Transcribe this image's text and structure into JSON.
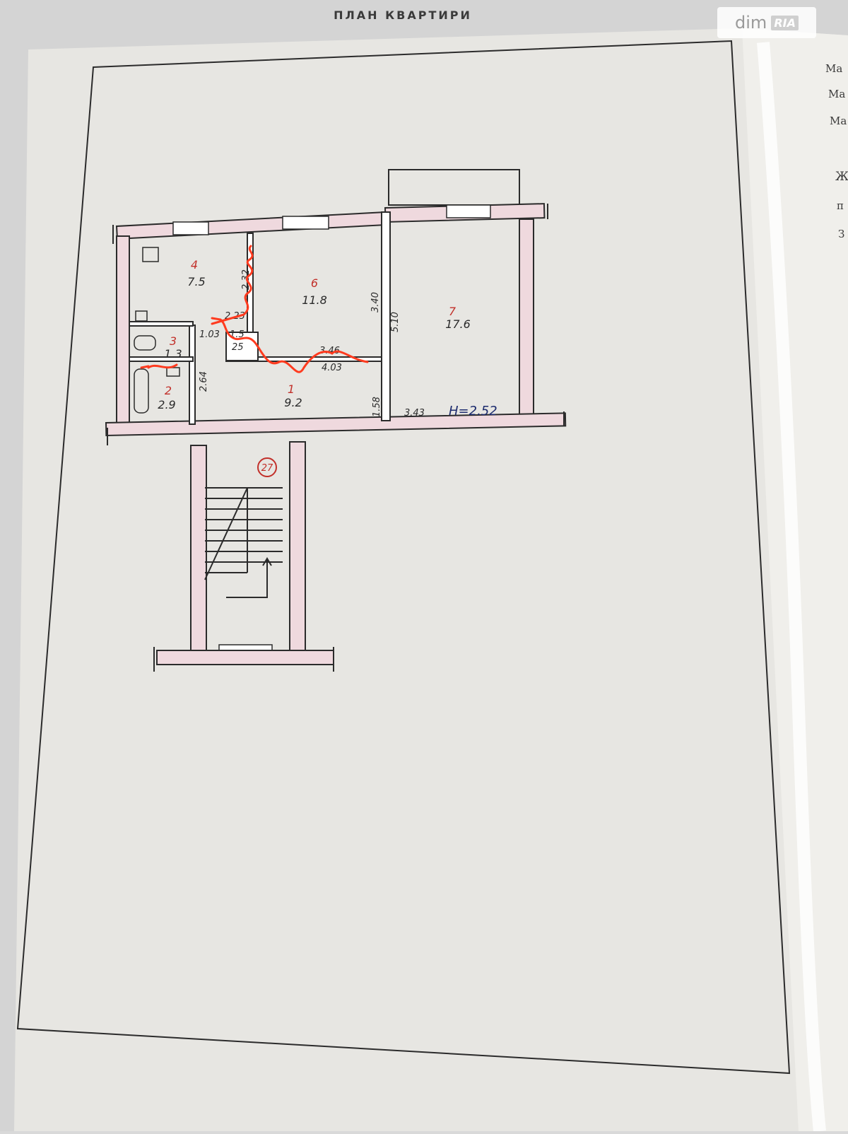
{
  "title": "ПЛАН КВАРТИРИ",
  "watermark": {
    "text": "dim",
    "badge": "RIA"
  },
  "side_fragments": [
    "Ма",
    "Ма",
    "Ма",
    "Ж",
    "п",
    "З"
  ],
  "rooms": [
    {
      "number": "1",
      "area": "9.2"
    },
    {
      "number": "2",
      "area": "2.9"
    },
    {
      "number": "3",
      "area": "1.3"
    },
    {
      "number": "4",
      "area": "7.5"
    },
    {
      "number": "6",
      "area": "11.8"
    },
    {
      "number": "7",
      "area": "17.6"
    }
  ],
  "dimensions": {
    "d_340": "3.40",
    "d_510": "5.10",
    "d_158": "1.58",
    "d_343": "3.43",
    "d_403": "4.03",
    "d_346": "3.46",
    "d_223": "2.23",
    "d_103": "1.03",
    "d_264": "2.64",
    "d_232": "2.32",
    "d_15": "1.5",
    "d_25": "25"
  },
  "height_label": "H=2.52",
  "apartment_number": "27",
  "colors": {
    "paper": "#e6e5e1",
    "ink": "#2b2b2b",
    "wall_fill": "#efd9de",
    "red_ink": "#c2302a",
    "blue_ink": "#1d2c6e",
    "marker": "#ff3b1f"
  }
}
